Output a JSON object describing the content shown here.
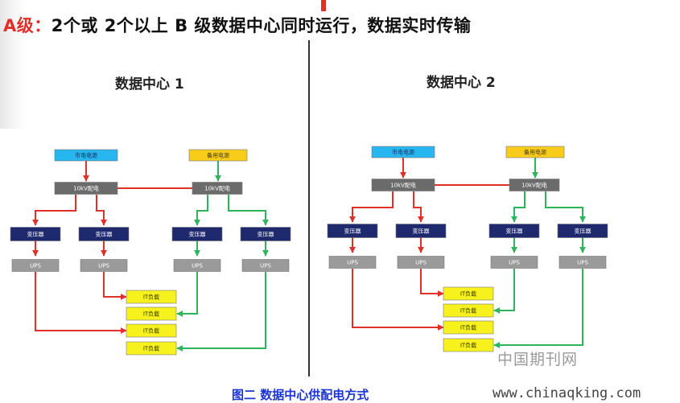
{
  "slide": {
    "title_prefix": "A级：",
    "title_rest": "2个或 2个以上 B 级数据中心同时运行，数据实时传输"
  },
  "datacenters": [
    {
      "title": "数据中心 1",
      "utility_power": "市电电源",
      "backup_power": "备用电源",
      "distribution": [
        "10kV配电",
        "10kV配电"
      ],
      "transformers": [
        "变压器",
        "变压器",
        "变压器",
        "变压器"
      ],
      "ups": [
        "UPS",
        "UPS",
        "UPS",
        "UPS"
      ],
      "it_loads": [
        "IT负载",
        "IT负载",
        "IT负载",
        "IT负载"
      ]
    },
    {
      "title": "数据中心 2",
      "utility_power": "市电电源",
      "backup_power": "备用电源",
      "distribution": [
        "10kV配电",
        "10kV配电"
      ],
      "transformers": [
        "变压器",
        "变压器",
        "变压器",
        "变压器"
      ],
      "ups": [
        "UPS",
        "UPS",
        "UPS",
        "UPS"
      ],
      "it_loads": [
        "IT负载",
        "IT负载",
        "IT负载",
        "IT负载"
      ]
    }
  ],
  "colors": {
    "utility": "#27b6ef",
    "backup": "#f7cc1b",
    "distribution": "#6b6b6b",
    "transformer": "#1f2a6e",
    "ups": "#9a9a9a",
    "it_load": "#f7f21d",
    "red_line": "#e0302a",
    "green_line": "#2fb35c"
  },
  "caption": "图二 数据中心供配电方式",
  "watermark_cn": "中国期刊网",
  "watermark_url": "www.chinaqking.com"
}
